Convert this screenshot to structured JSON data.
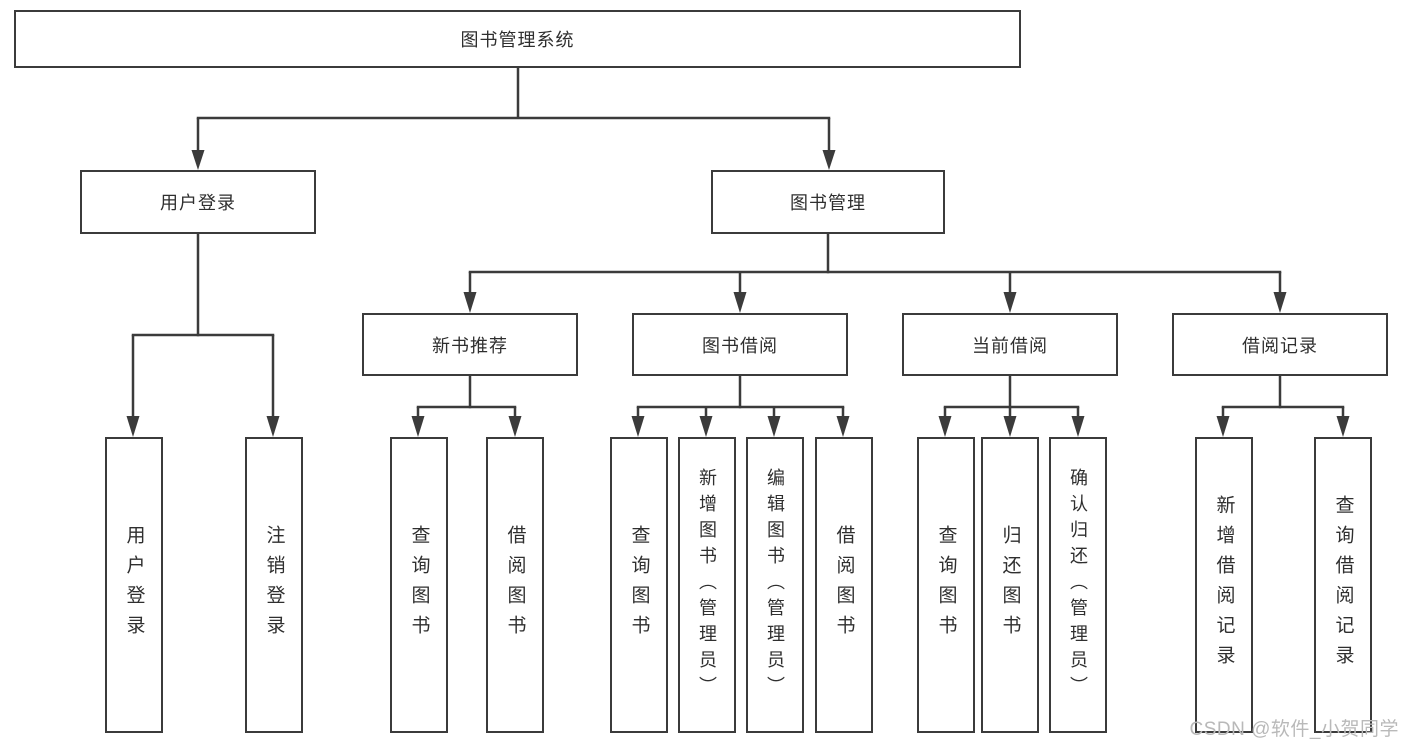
{
  "diagram": {
    "root": {
      "label": "图书管理系统"
    },
    "level2": [
      {
        "label": "用户登录"
      },
      {
        "label": "图书管理"
      }
    ],
    "level3": [
      {
        "label": "新书推荐"
      },
      {
        "label": "图书借阅"
      },
      {
        "label": "当前借阅"
      },
      {
        "label": "借阅记录"
      }
    ],
    "leaves": {
      "user_login": [
        {
          "label": "用户登录"
        },
        {
          "label": "注销登录"
        }
      ],
      "new_book": [
        {
          "label": "查询图书"
        },
        {
          "label": "借阅图书"
        }
      ],
      "book_borrow": [
        {
          "label": "查询图书"
        },
        {
          "label": "新增图书（管理员）"
        },
        {
          "label": "编辑图书（管理员）"
        },
        {
          "label": "借阅图书"
        }
      ],
      "current_borrow": [
        {
          "label": "查询图书"
        },
        {
          "label": "归还图书"
        },
        {
          "label": "确认归还（管理员）"
        }
      ],
      "borrow_records": [
        {
          "label": "新增借阅记录"
        },
        {
          "label": "查询借阅记录"
        }
      ]
    }
  },
  "watermark": {
    "text": "CSDN @软件_小贺同学"
  },
  "colors": {
    "line": "#3b3b3b",
    "text": "#2f2f2f",
    "watermark": "#b9b9b9",
    "background": "#ffffff"
  }
}
